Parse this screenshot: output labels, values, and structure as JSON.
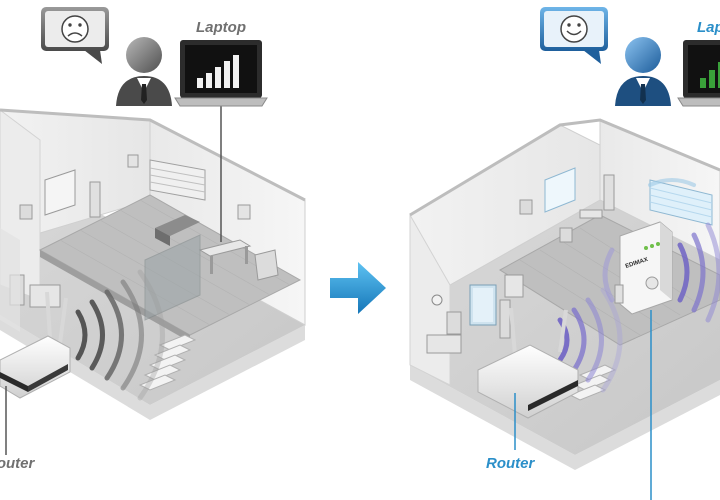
{
  "labels": {
    "left_laptop": "Laptop",
    "left_router": "Router",
    "right_laptop": "Laptop",
    "right_router": "Router",
    "extender_brand": "EDIMAX"
  },
  "icons": {
    "left_mood": "sad-face-icon",
    "right_mood": "happy-face-icon",
    "arrow": "right-arrow-icon"
  },
  "colors": {
    "label_grey": "#707070",
    "label_blue": "#2b8fc9",
    "arrow_blue": "#1f8fd0",
    "signal_grey": "#555555",
    "signal_purple": "#6f63c4",
    "signal_green": "#3aa13a"
  },
  "signal": {
    "left_laptop_bars_lit": 5,
    "right_laptop_bars_lit": 3
  }
}
